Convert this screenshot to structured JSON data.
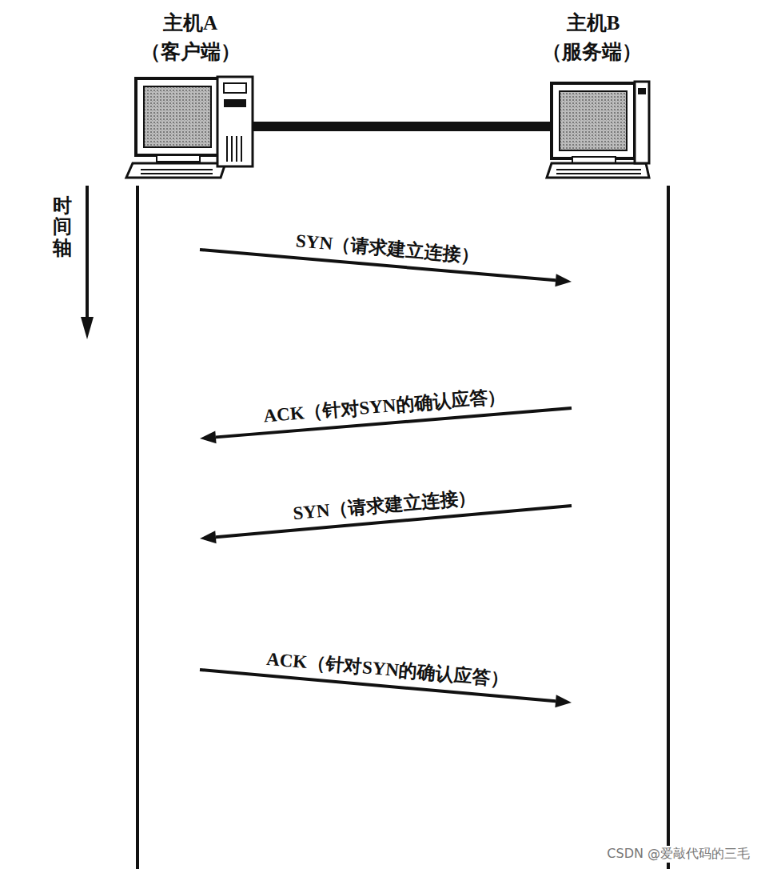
{
  "diagram": {
    "nodes": [
      {
        "text": [
          "主机A",
          "（客户端）"
        ]
      },
      {
        "text": [
          "主机B",
          "（服务端）"
        ]
      }
    ],
    "edges": [
      {
        "from": 0,
        "to": 1,
        "arrow": "to",
        "label": "SYN（请求建立连接）"
      },
      {
        "from": 1,
        "to": 0,
        "arrow": "to",
        "label": "ACK（针对SYN的确认应答）"
      },
      {
        "from": 1,
        "to": 0,
        "arrow": "to",
        "label": "SYN（请求建立连接）"
      },
      {
        "from": 0,
        "to": 1,
        "arrow": "to",
        "label": "ACK（针对SYN的确认应答）"
      }
    ],
    "labels": [
      "时间轴",
      "CSDN @爱敲代码的三毛"
    ]
  }
}
